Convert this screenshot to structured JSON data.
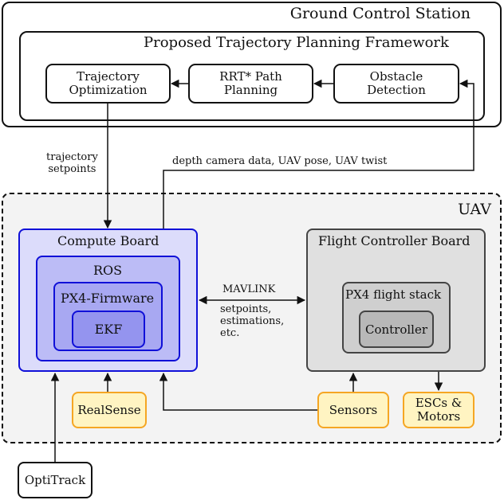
{
  "gcs": {
    "title": "Ground Control Station",
    "framework_title": "Proposed Trajectory Planning Framework",
    "traj_opt": "Trajectory\nOptimization",
    "rrt": "RRT* Path\nPlanning",
    "obstacle": "Obstacle\nDetection"
  },
  "links": {
    "traj_setpoints": "trajectory\nsetpoints",
    "depth_data": "depth camera data, UAV pose, UAV twist",
    "mavlink": "MAVLINK",
    "mavlink_detail": "setpoints,\nestimations,\netc."
  },
  "uav": {
    "title": "UAV",
    "compute_board": "Compute Board",
    "ros": "ROS",
    "px4_firmware": "PX4-Firmware",
    "ekf": "EKF",
    "fcb": "Flight Controller Board",
    "px4_stack": "PX4 flight stack",
    "controller": "Controller",
    "realsense": "RealSense",
    "sensors": "Sensors",
    "escs": "ESCs &\nMotors"
  },
  "external": {
    "optitrack": "OptiTrack"
  },
  "colors": {
    "compute_fill": "#dcdcfb",
    "ros_fill": "#bcbcf6",
    "px4fw_fill": "#a8a8f2",
    "ekf_fill": "#9494ef",
    "blue_border": "#1010d8",
    "fcb_fill": "#e0e0e0",
    "stack_fill": "#cfcfcf",
    "ctrl_fill": "#b8b8b8",
    "gray_border": "#444444",
    "peripheral_fill": "#fff4c2",
    "peripheral_border": "#f5a623",
    "uav_bg": "#f3f3f3"
  }
}
